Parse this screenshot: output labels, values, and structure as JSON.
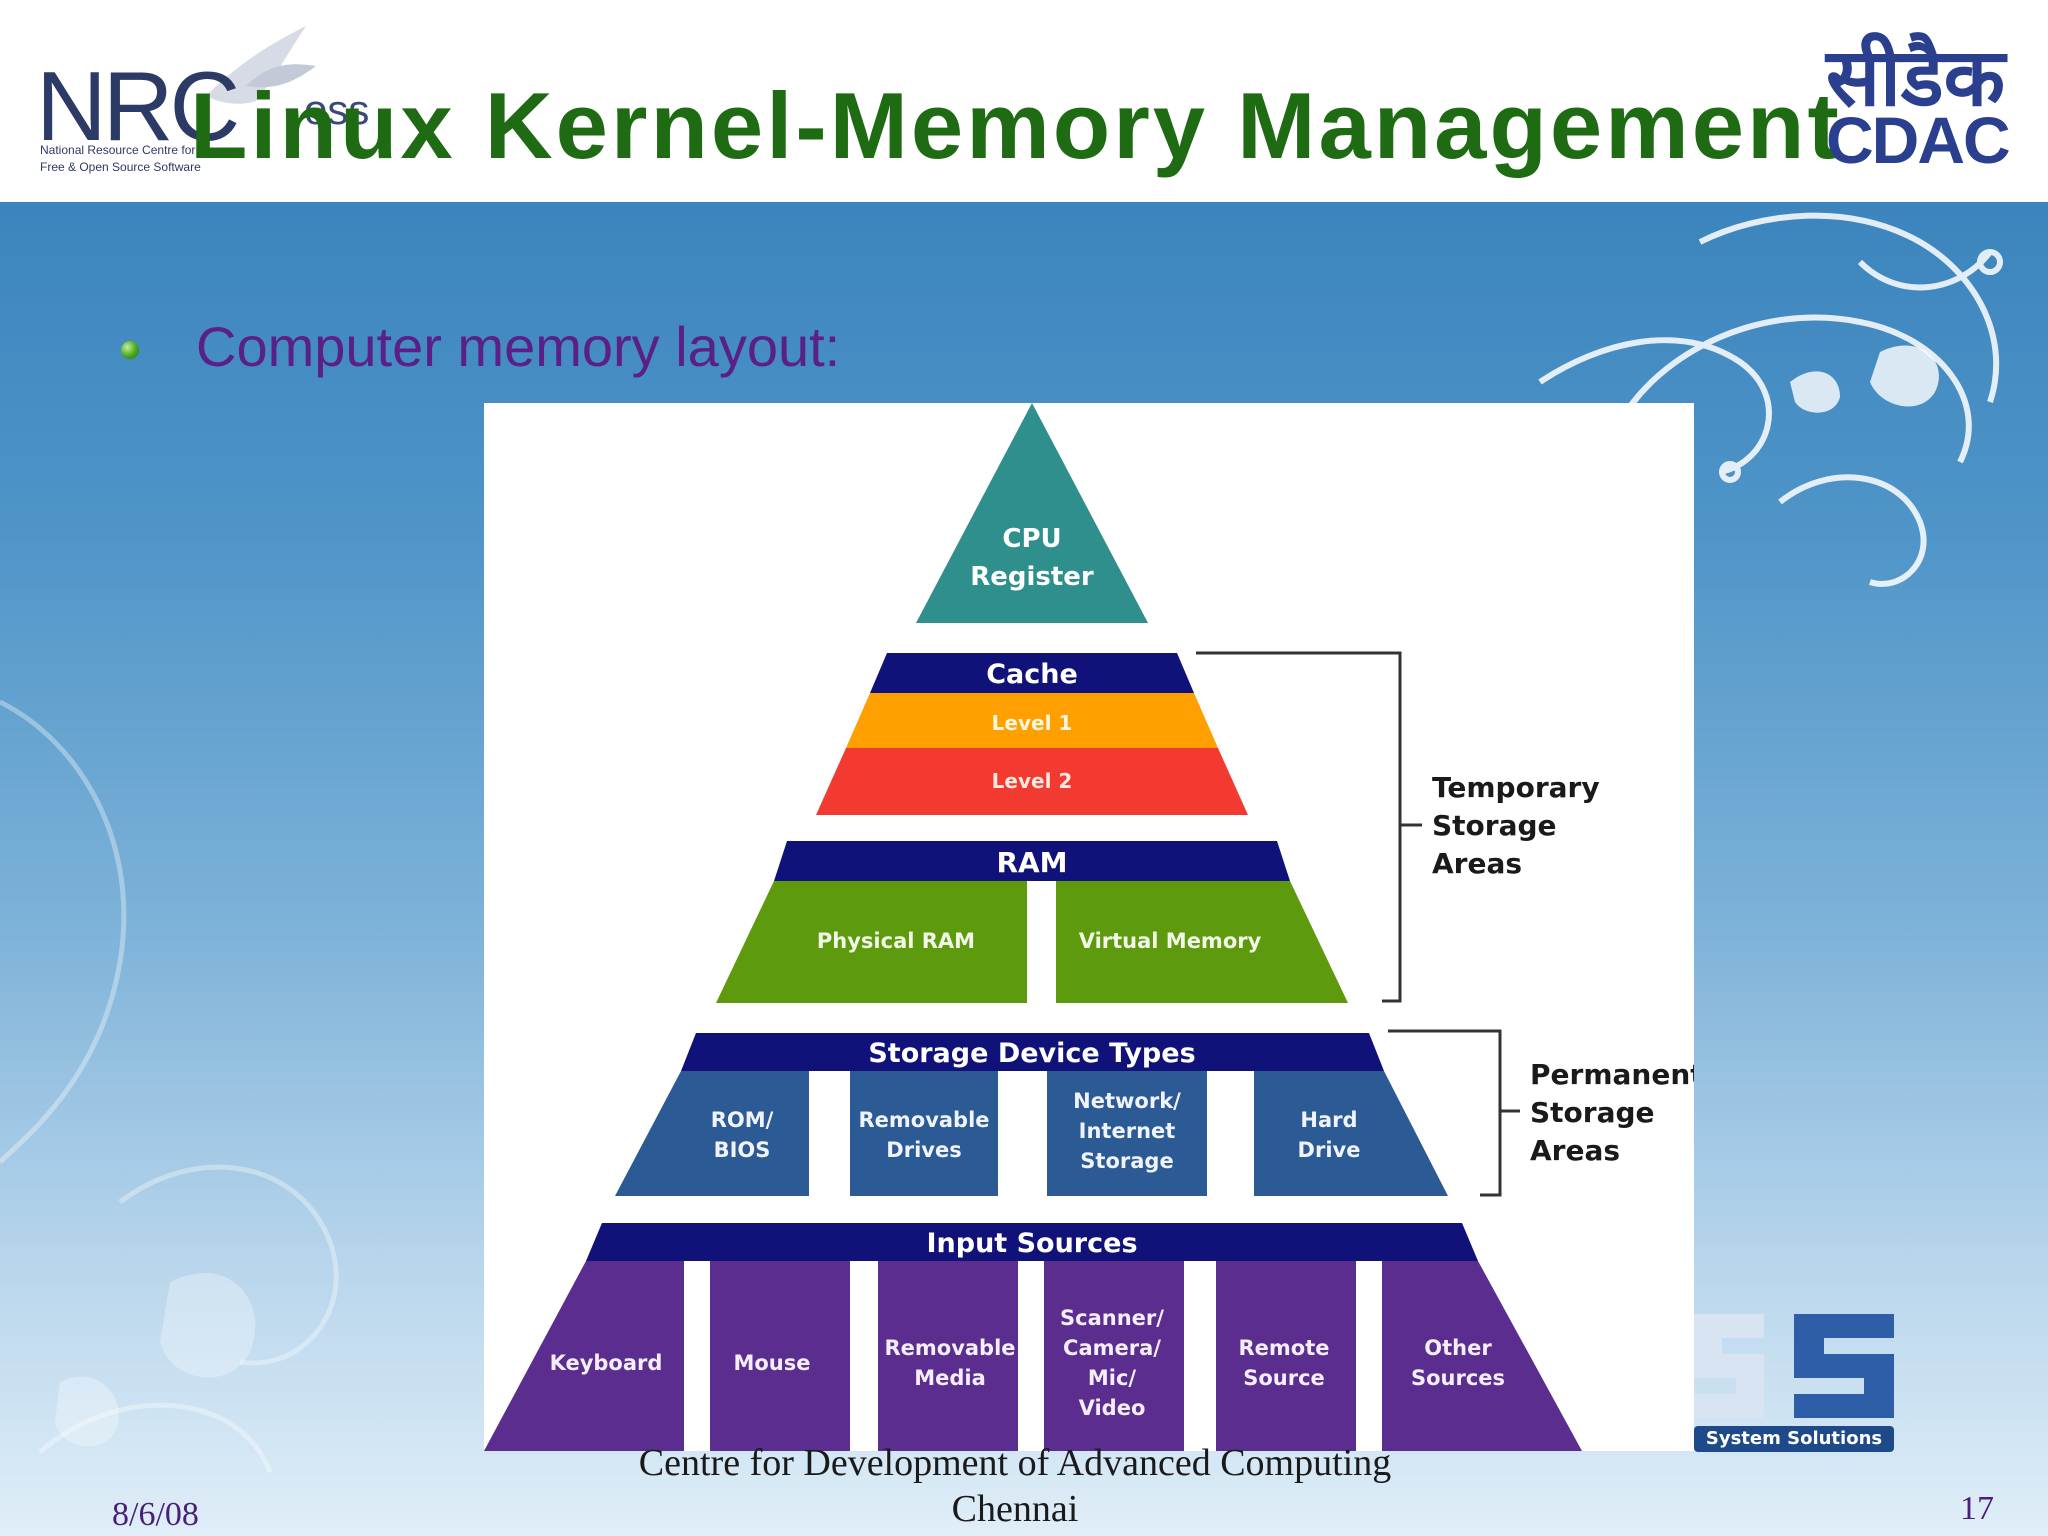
{
  "slide": {
    "title": "Linux Kernel-Memory Management",
    "bullet_text": "Computer memory layout:",
    "date": "8/6/08",
    "footer_line1": "Centre for Development of Advanced Computing",
    "footer_line2": "Chennai",
    "page_number": "17"
  },
  "logos": {
    "nrc": {
      "letters": "NRC",
      "suffix": "oss",
      "line1": "National Resource Centre for",
      "line2": "Free & Open Source Software"
    },
    "cdac": {
      "hindi": "सीडैक",
      "english": "CDAC"
    },
    "system_solutions": "System Solutions"
  },
  "diagram": {
    "cpu": {
      "line1": "CPU",
      "line2": "Register"
    },
    "cache": {
      "header": "Cache",
      "level1": "Level 1",
      "level2": "Level 2"
    },
    "ram": {
      "header": "RAM",
      "physical": "Physical RAM",
      "virtual": "Virtual Memory"
    },
    "storage": {
      "header": "Storage Device Types",
      "rom": [
        "ROM/",
        "BIOS"
      ],
      "removable": [
        "Removable",
        "Drives"
      ],
      "network": [
        "Network/",
        "Internet",
        "Storage"
      ],
      "hard": [
        "Hard",
        "Drive"
      ]
    },
    "input": {
      "header": "Input Sources",
      "keyboard": "Keyboard",
      "mouse": "Mouse",
      "removable_media": [
        "Removable",
        "Media"
      ],
      "scanner": [
        "Scanner/",
        "Camera/",
        "Mic/",
        "Video"
      ],
      "remote": [
        "Remote",
        "Source"
      ],
      "other": [
        "Other",
        "Sources"
      ]
    },
    "temporary": [
      "Temporary",
      "Storage",
      "Areas"
    ],
    "permanent": [
      "Permanent",
      "Storage",
      "Areas"
    ]
  },
  "colors": {
    "title": "#1f6b14",
    "subheading": "#5b1f88",
    "cpu": "#2e8f8c",
    "navy_header": "#10127a",
    "level1": "#ffa000",
    "level2": "#f23a30",
    "ram": "#5e9a0e",
    "storage": "#2b5a94",
    "input": "#5b2d8e"
  }
}
